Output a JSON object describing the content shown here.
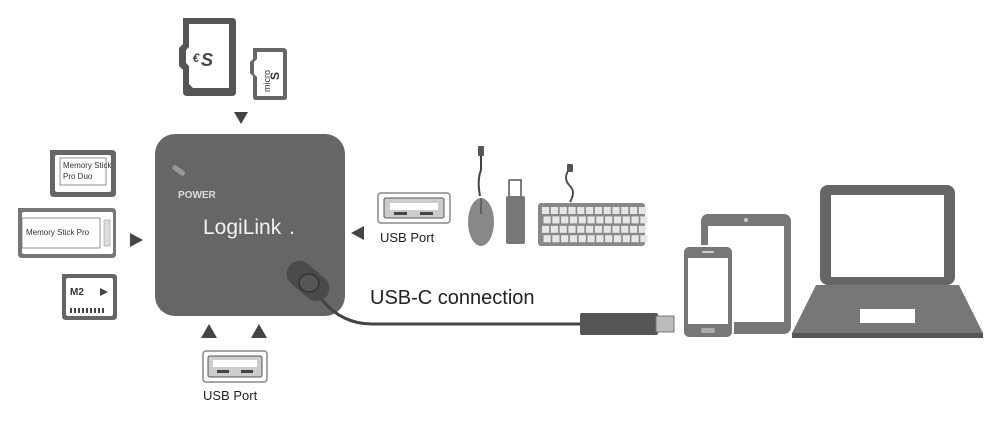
{
  "hub": {
    "brand": "LogiLink",
    "brand_mark": ".",
    "power_label": "POWER"
  },
  "cards": {
    "sd_logo": "S",
    "micro_sd": "micro",
    "micro_sd_logo": "S",
    "ms_pro_duo": "Memory Stick",
    "ms_pro_duo_line2": "Pro Duo",
    "ms_pro": "Memory Stick Pro",
    "m2": "M2"
  },
  "labels": {
    "usb_port_right": "USB Port",
    "usb_port_bottom": "USB Port",
    "usb_c": "USB-C connection"
  },
  "icons": {
    "mouse": "mouse-icon",
    "usb_stick": "usb-stick-icon",
    "keyboard": "keyboard-icon",
    "tablet": "tablet-icon",
    "phone": "smartphone-icon",
    "laptop": "laptop-icon"
  },
  "colors": {
    "hub": "#666666",
    "dark": "#4d4d4d",
    "mid": "#8a8a8a",
    "light": "#cccccc"
  }
}
